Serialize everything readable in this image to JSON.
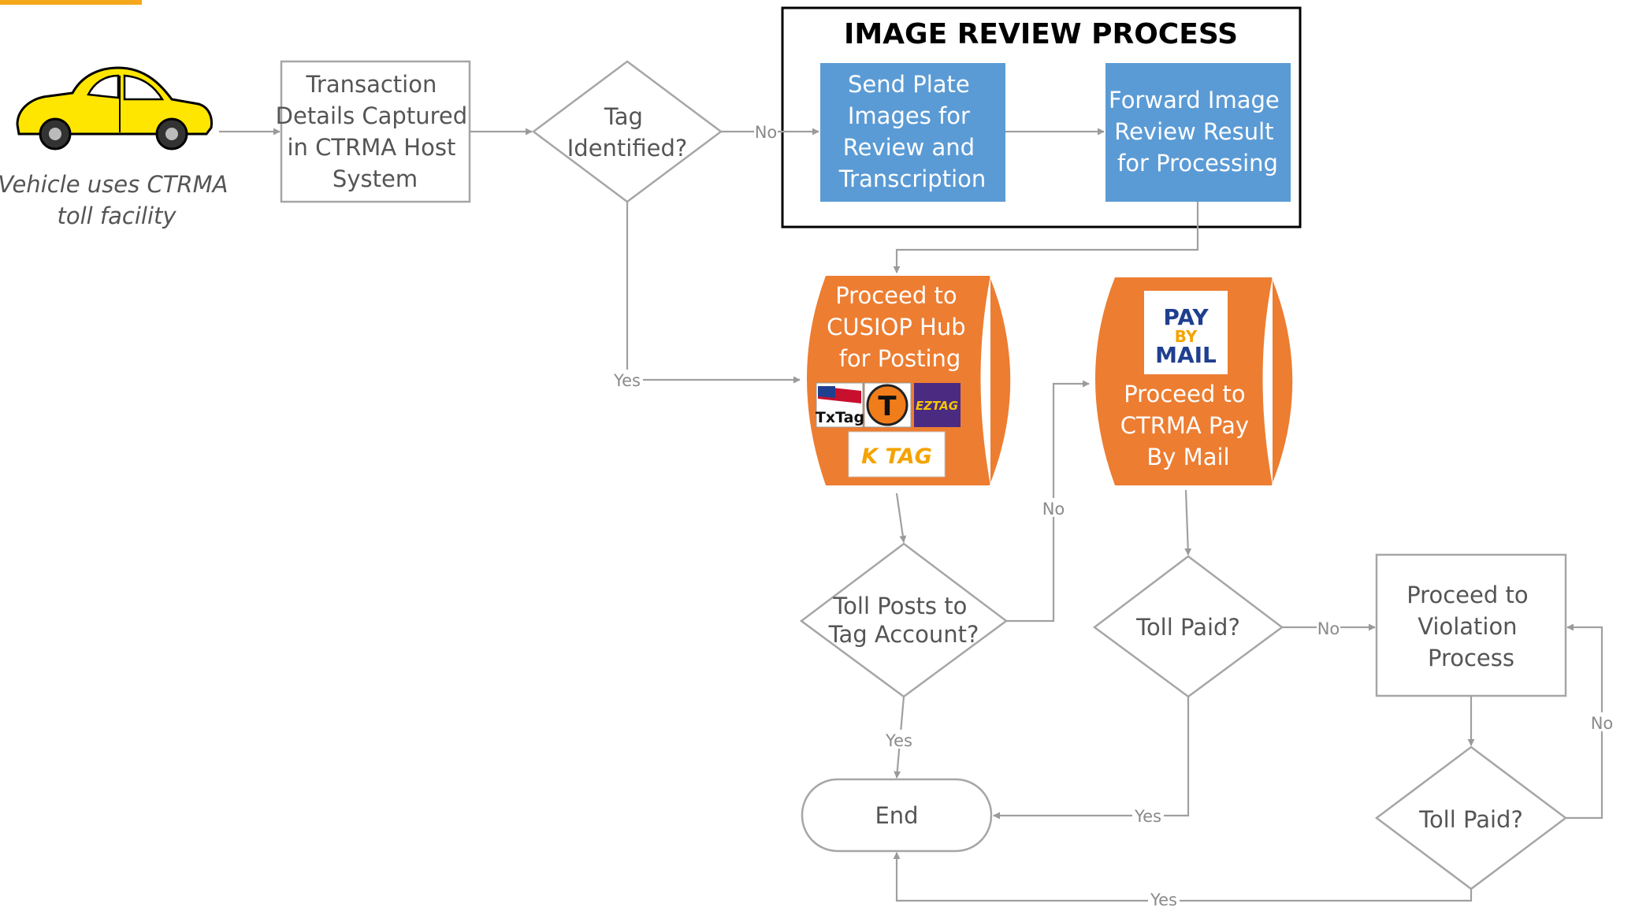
{
  "colors": {
    "box_stroke": "#a6a6a6",
    "blue_box": "#5b9bd5",
    "orange_storage": "#ed7d31",
    "text_gray": "#555555",
    "edge_gray": "#a0a0a0",
    "orange_bar": "#f5a81c",
    "car_yellow": "#ffe600"
  },
  "start": {
    "caption": [
      "Vehicle uses CTRMA",
      "toll facility"
    ],
    "icon": "yellow-car-icon"
  },
  "nodes": {
    "capture": [
      "Transaction",
      "Details Captured",
      "in CTRMA Host",
      "System"
    ],
    "tag_identified": [
      "Tag",
      "Identified?"
    ],
    "review_title": "IMAGE REVIEW PROCESS",
    "send_plate": [
      "Send Plate",
      "Images for",
      "Review and",
      "Transcription"
    ],
    "forward_result": [
      "Forward Image",
      "Review Result",
      "for Processing"
    ],
    "cusiop": [
      "Proceed to",
      "CUSIOP Hub",
      "for Posting"
    ],
    "pay_by_mail": [
      "Proceed to",
      "CTRMA Pay",
      "By Mail"
    ],
    "toll_posts": [
      "Toll Posts to",
      "Tag Account?"
    ],
    "toll_paid_1": "Toll Paid?",
    "violation": [
      "Proceed to",
      "Violation",
      "Process"
    ],
    "toll_paid_2": "Toll Paid?",
    "end": "End"
  },
  "logos": {
    "txtag": "TxTag",
    "tolltag": "T",
    "eztag": "EZTAG",
    "ktag": "K TAG",
    "pay_by_mail": [
      "PAY",
      "BY",
      "MAIL"
    ]
  },
  "edge_labels": {
    "no": "No",
    "yes": "Yes"
  }
}
